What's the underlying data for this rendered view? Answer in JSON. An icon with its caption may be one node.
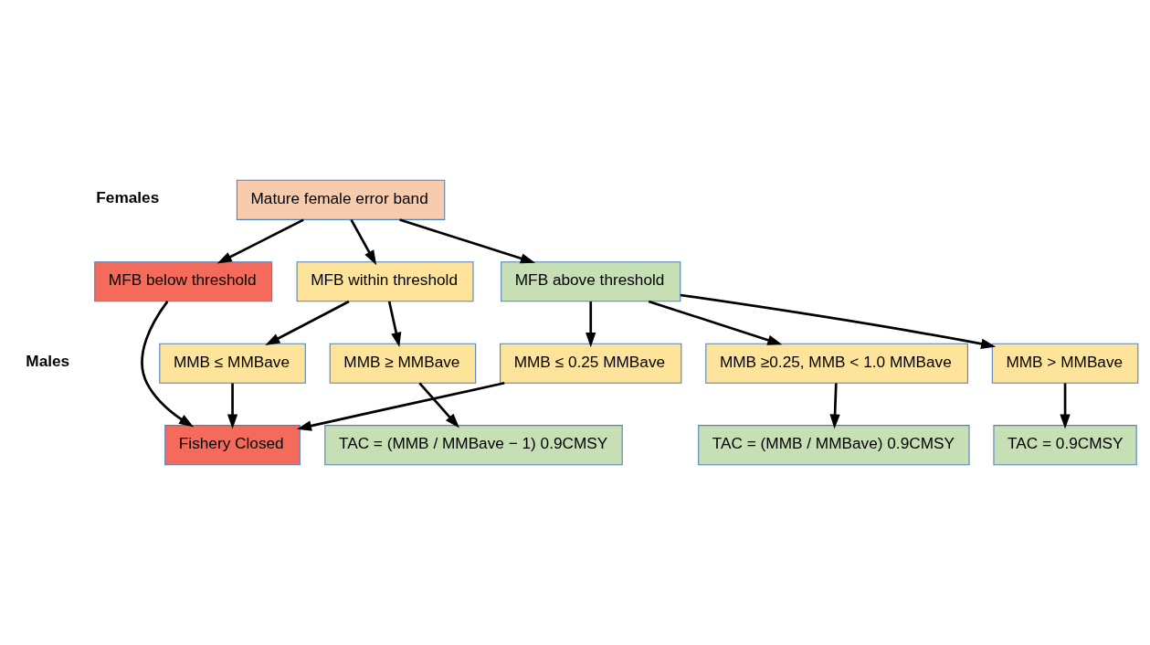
{
  "diagram": {
    "nodes": [
      {
        "text": [
          "Mature female error band"
        ]
      },
      {
        "text": [
          "MFB below threshold"
        ]
      },
      {
        "text": [
          "MFB within threshold"
        ]
      },
      {
        "text": [
          "MFB above threshold"
        ]
      },
      {
        "text": [
          "MMB ≤ MMBave"
        ]
      },
      {
        "text": [
          "MMB ≥ MMBave"
        ]
      },
      {
        "text": [
          "MMB ≤ 0.25 MMBave"
        ]
      },
      {
        "text": [
          "MMB ≥0.25, MMB < 1.0 MMBave"
        ]
      },
      {
        "text": [
          "MMB > MMBave"
        ]
      },
      {
        "text": [
          "Fishery Closed"
        ]
      },
      {
        "text": [
          "TAC = (MMB / MMBave − 1) 0.9CMSY"
        ]
      },
      {
        "text": [
          "TAC = (MMB / MMBave) 0.9CMSY"
        ]
      },
      {
        "text": [
          "TAC = 0.9CMSY"
        ]
      }
    ],
    "edges": [
      {
        "from": 0,
        "to": 1,
        "arrow": "to"
      },
      {
        "from": 0,
        "to": 2,
        "arrow": "to"
      },
      {
        "from": 0,
        "to": 3,
        "arrow": "to"
      },
      {
        "from": 1,
        "to": 9,
        "arrow": "to"
      },
      {
        "from": 2,
        "to": 4,
        "arrow": "to"
      },
      {
        "from": 2,
        "to": 5,
        "arrow": "to"
      },
      {
        "from": 3,
        "to": 6,
        "arrow": "to"
      },
      {
        "from": 3,
        "to": 7,
        "arrow": "to"
      },
      {
        "from": 3,
        "to": 8,
        "arrow": "to"
      },
      {
        "from": 4,
        "to": 9,
        "arrow": "to"
      },
      {
        "from": 5,
        "to": 10,
        "arrow": "to"
      },
      {
        "from": 6,
        "to": 9,
        "arrow": "to"
      },
      {
        "from": 7,
        "to": 11,
        "arrow": "to"
      },
      {
        "from": 8,
        "to": 12,
        "arrow": "to"
      }
    ],
    "labels": [
      "Females",
      "Males"
    ]
  }
}
